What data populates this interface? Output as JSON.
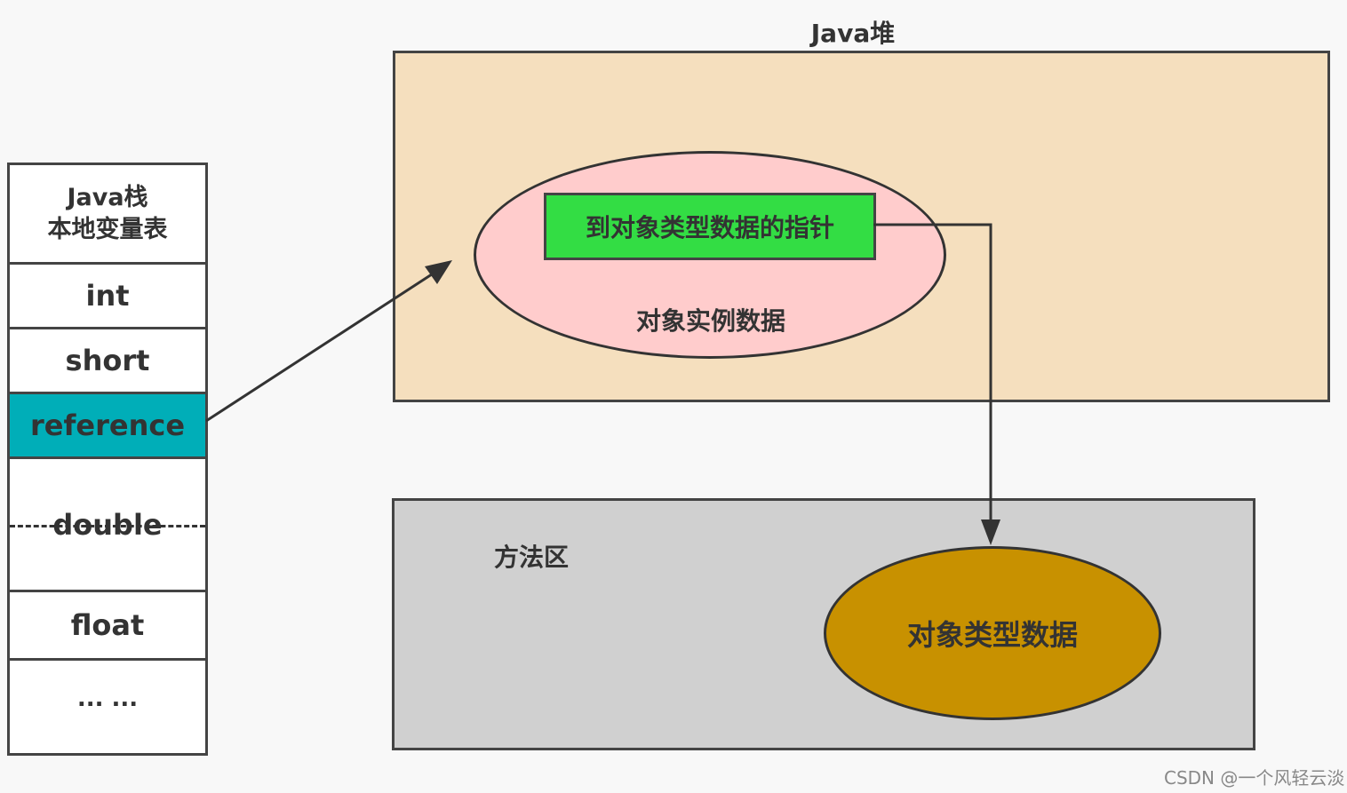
{
  "stack": {
    "title_line1": "Java栈",
    "title_line2": "本地变量表",
    "cells": [
      "int",
      "short",
      "reference",
      "double",
      "float",
      "... ..."
    ]
  },
  "heap": {
    "title": "Java堆",
    "pointer_label": "到对象类型数据的指针",
    "instance_label": "对象实例数据"
  },
  "method_area": {
    "label": "方法区",
    "type_data_label": "对象类型数据"
  },
  "watermark": "CSDN @一个风轻云淡",
  "colors": {
    "reference_cell": "#00aeb8",
    "heap_bg": "#f5dfbe",
    "instance_ellipse": "#ffcccc",
    "pointer_box": "#33dd44",
    "method_bg": "#d0d0d0",
    "type_ellipse": "#c89100"
  }
}
